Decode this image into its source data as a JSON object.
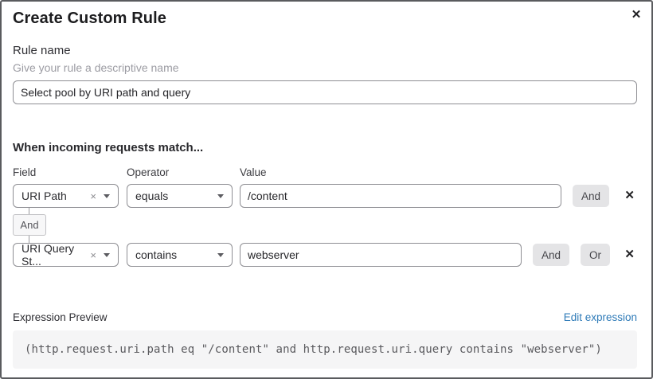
{
  "dialog": {
    "title": "Create Custom Rule"
  },
  "icons": {
    "close": "✕",
    "clear": "×",
    "remove_row": "✕"
  },
  "rule_name": {
    "label": "Rule name",
    "helper": "Give your rule a descriptive name",
    "value": "Select pool by URI path and query"
  },
  "match": {
    "heading": "When incoming requests match...",
    "columns": {
      "field": "Field",
      "operator": "Operator",
      "value": "Value"
    },
    "rows": [
      {
        "field": "URI Path",
        "operator": "equals",
        "value": "/content",
        "and_label": "And"
      },
      {
        "field": "URI Query St...",
        "operator": "contains",
        "value": "webserver",
        "and_label": "And",
        "or_label": "Or"
      }
    ],
    "connector_label": "And"
  },
  "expression": {
    "label": "Expression Preview",
    "edit_link": "Edit expression",
    "code": "(http.request.uri.path eq \"/content\" and http.request.uri.query contains \"webserver\")"
  },
  "colors": {
    "accent_link": "#2f7bb8",
    "input_border": "#8e8e93",
    "button_bg": "#e4e4e6",
    "code_bg": "#f5f5f6",
    "dialog_border": "#5a5b5e"
  }
}
